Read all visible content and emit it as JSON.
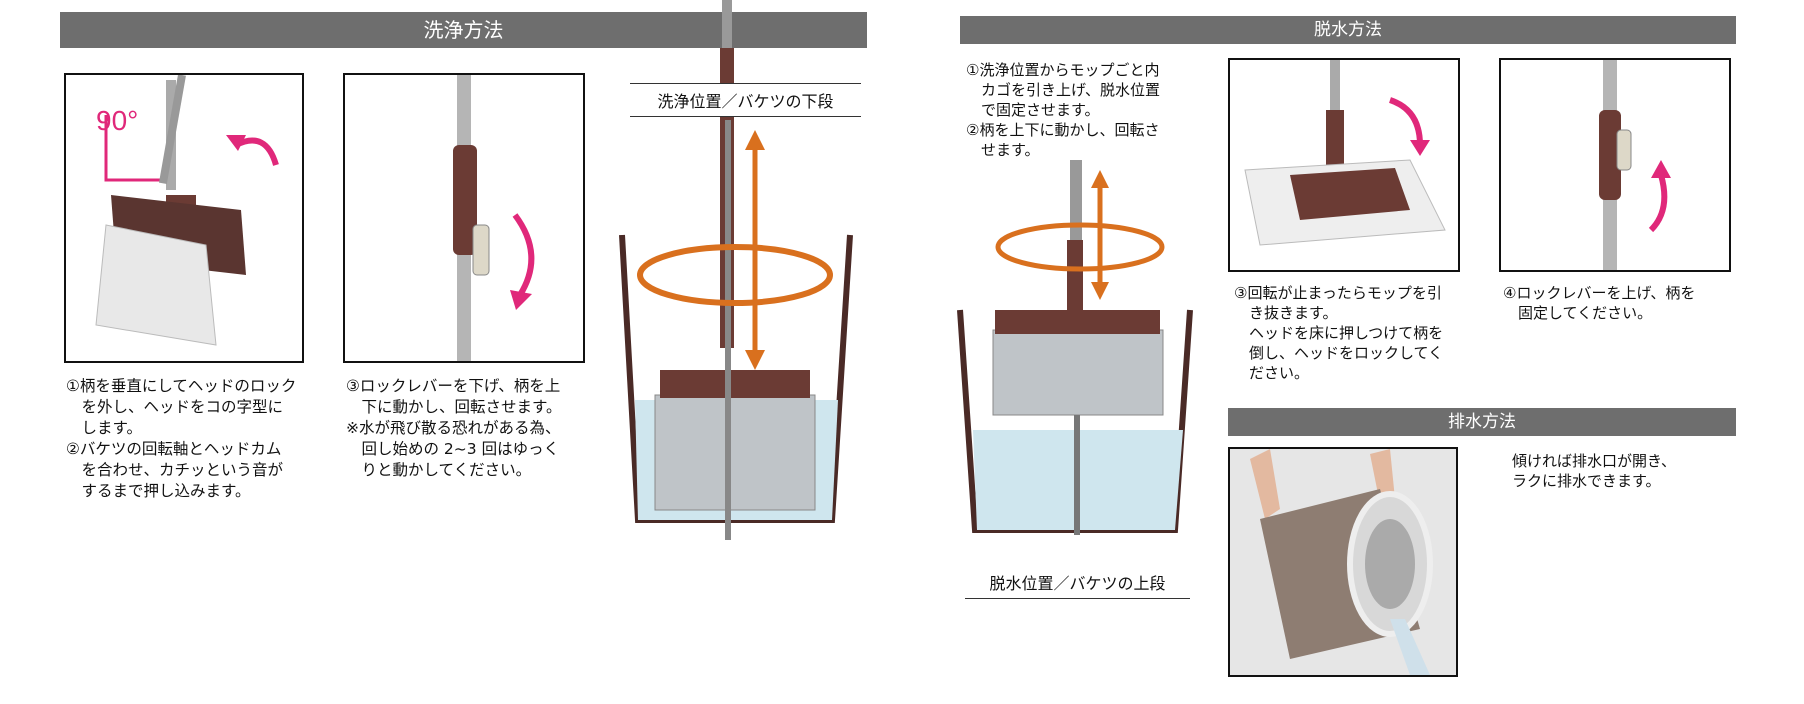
{
  "wash": {
    "title": "洗浄方法",
    "angle_label": "90°",
    "step1": "①柄を垂直にしてヘッドのロック\n　を外し、ヘッドをコの字型に\n　します。\n②バケツの回転軸とヘッドカム\n　を合わせ、カチッという音が\n　するまで押し込みます。",
    "step3": "③ロックレバーを下げ、柄を上\n　下に動かし、回転させます。\n※水が飛び散る恐れがある為、\n　回し始めの 2~3 回はゆっく\n　りと動かしてください。",
    "position_label": "洗浄位置／バケツの下段"
  },
  "spin": {
    "title": "脱水方法",
    "step12": "①洗浄位置からモップごと内\n　カゴを引き上げ、脱水位置\n　で固定させます。\n②柄を上下に動かし、回転さ\n　せます。",
    "position_label": "脱水位置／バケツの上段",
    "step3": "③回転が止まったらモップを引\n　き抜きます。\n　ヘッドを床に押しつけて柄を\n　倒し、ヘッドをロックしてく\n　ださい。",
    "step4": "④ロックレバーを上げ、柄を\n　固定してください。"
  },
  "drain": {
    "title": "排水方法",
    "text": "傾ければ排水口が開き、\nラクに排水できます。"
  },
  "colors": {
    "header": "#6e6e6e",
    "arrow_pink": "#e0287a",
    "arrow_orange": "#d9701e",
    "brown": "#6b3b34"
  }
}
